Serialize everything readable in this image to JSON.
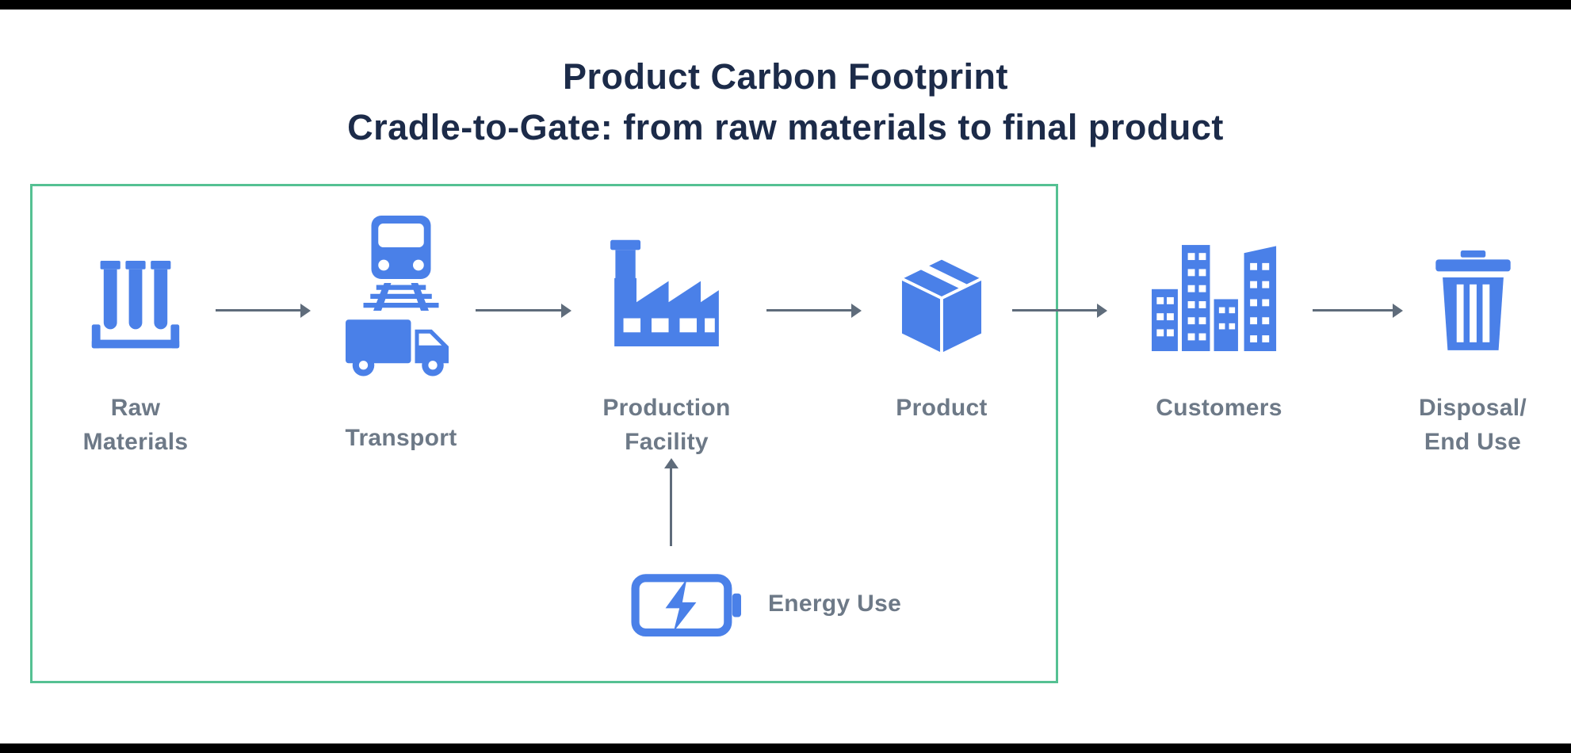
{
  "title": {
    "line1": "Product Carbon Footprint",
    "line2": "Cradle-to-Gate: from raw materials to final product"
  },
  "stages": [
    {
      "id": "raw-materials",
      "label": "Raw\nMaterials"
    },
    {
      "id": "transport",
      "label": "Transport"
    },
    {
      "id": "production-facility",
      "label": "Production\nFacility"
    },
    {
      "id": "product",
      "label": "Product"
    },
    {
      "id": "customers",
      "label": "Customers"
    },
    {
      "id": "disposal-end-use",
      "label": "Disposal/\nEnd Use"
    }
  ],
  "energy": {
    "label": "Energy Use"
  },
  "colors": {
    "icon_blue": "#4a80e8",
    "boundary_green": "#55c193",
    "label_gray": "#6d7987",
    "arrow_gray": "#5f6c7b",
    "title_navy": "#1c2b49"
  }
}
